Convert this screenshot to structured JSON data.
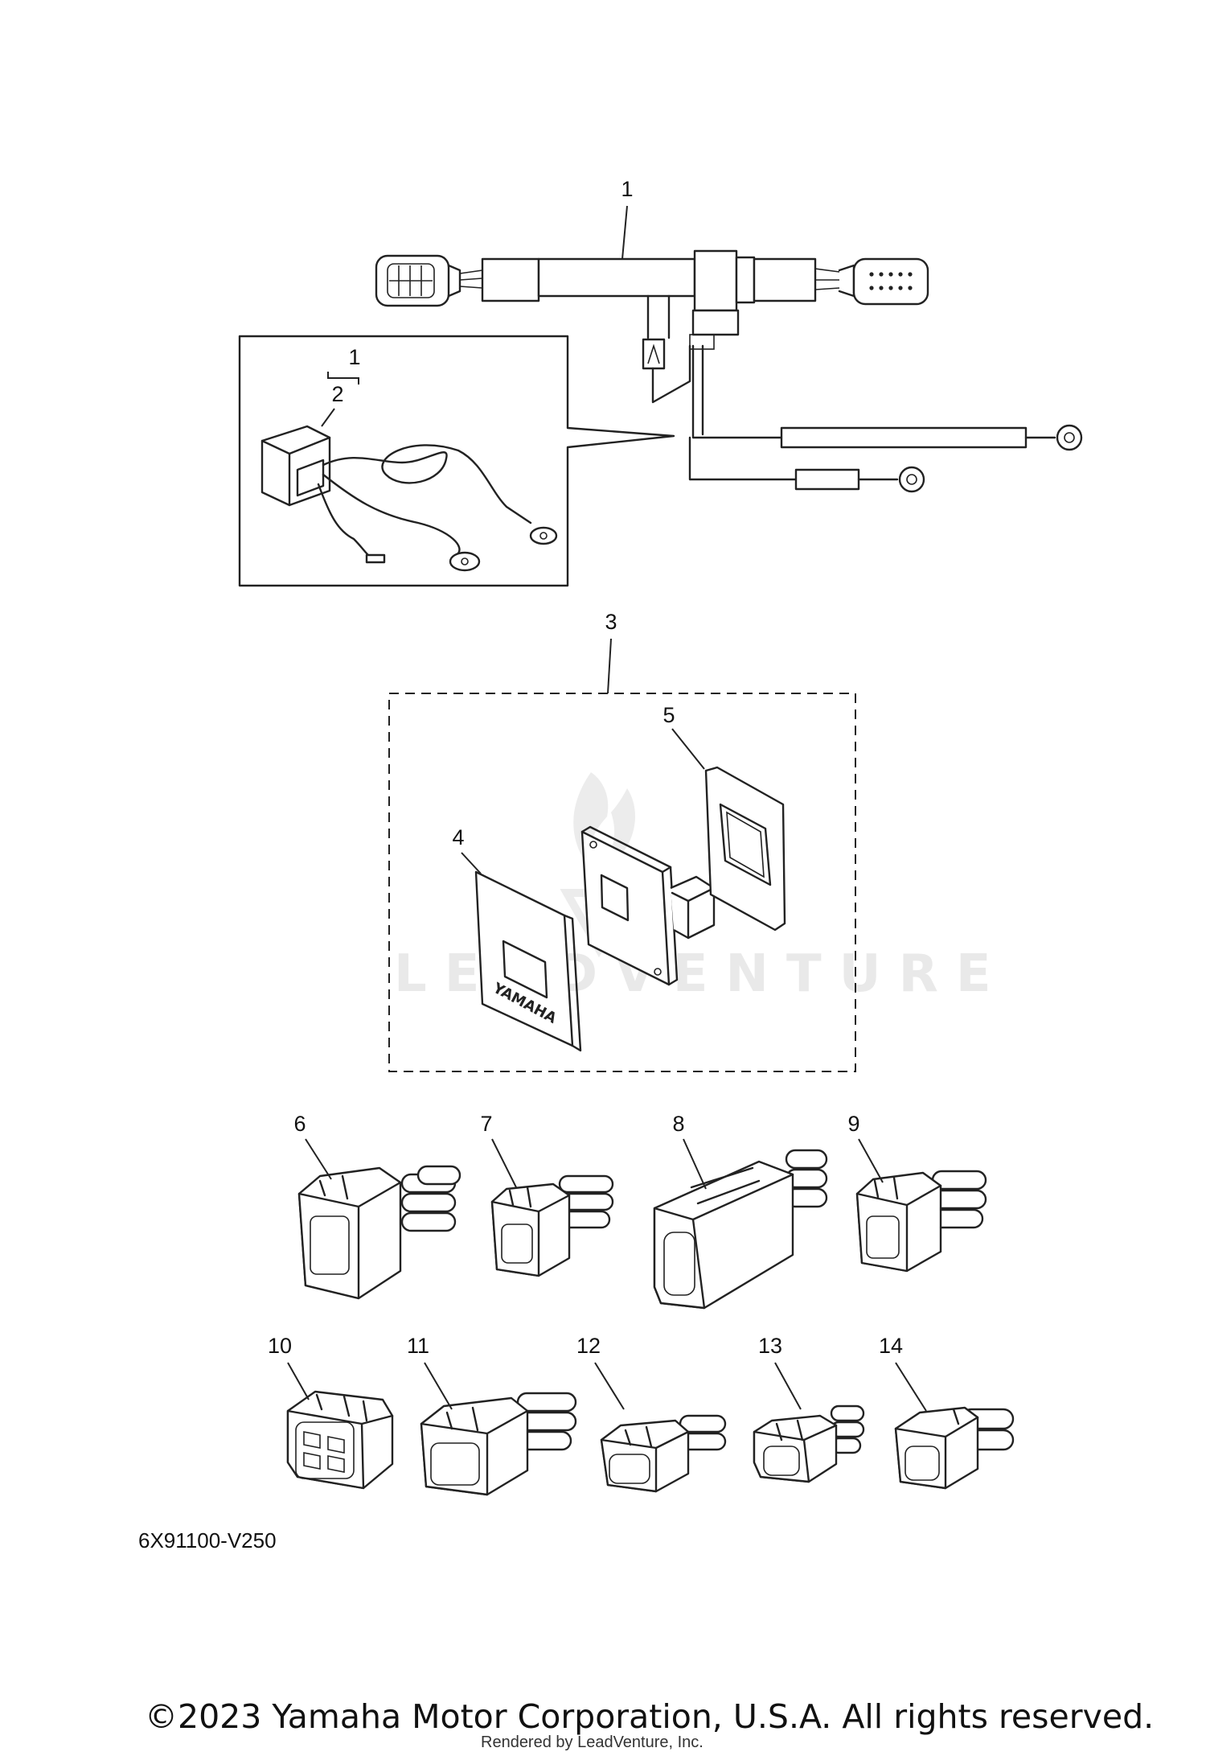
{
  "diagram": {
    "callouts": {
      "c1_top": "1",
      "c1_inset": "1",
      "c2_inset": "2",
      "c3": "3",
      "c4": "4",
      "c5": "5",
      "c6": "6",
      "c7": "7",
      "c8": "8",
      "c9": "9",
      "c10": "10",
      "c11": "11",
      "c12": "12",
      "c13": "13",
      "c14": "14"
    },
    "plate_brand": "YAMAHA",
    "watermark": "LEADVENTURE",
    "diagram_code": "6X91100-V250"
  },
  "footer": {
    "copyright": "©2023 Yamaha Motor Corporation, U.S.A. All rights reserved.",
    "rendered_by": "Rendered by LeadVenture, Inc."
  }
}
